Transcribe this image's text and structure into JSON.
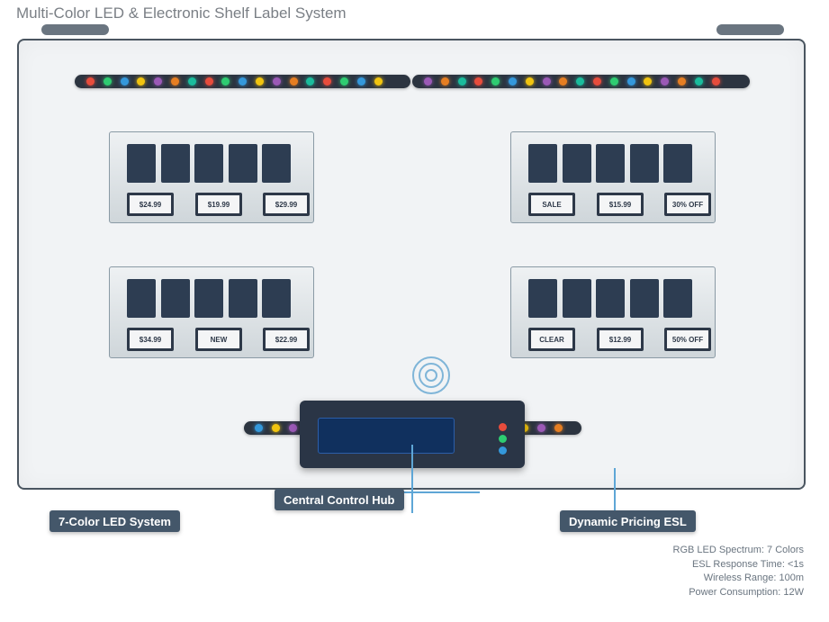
{
  "title": "Multi-Color LED & Electronic Shelf Label System",
  "colors": {
    "red": "#e74c3c",
    "green": "#2ecc71",
    "blue": "#3498db",
    "yellow": "#f1c40f",
    "purple": "#9b59b6",
    "orange": "#e67e22",
    "teal": "#1abc9c"
  },
  "led_sequence_left": [
    "red",
    "green",
    "blue",
    "yellow",
    "purple",
    "orange",
    "teal",
    "red",
    "green",
    "blue",
    "yellow",
    "purple",
    "orange",
    "teal",
    "red",
    "green",
    "blue",
    "yellow"
  ],
  "led_sequence_right": [
    "purple",
    "orange",
    "teal",
    "red",
    "green",
    "blue",
    "yellow",
    "purple",
    "orange",
    "teal",
    "red",
    "green",
    "blue",
    "yellow",
    "purple",
    "orange",
    "teal",
    "red"
  ],
  "led_sequence_bottom_left": [
    "blue",
    "yellow",
    "purple"
  ],
  "led_sequence_bottom_right": [
    "yellow",
    "purple",
    "orange"
  ],
  "shelves": [
    {
      "id": "top-left",
      "tags": [
        "$24.99",
        "$19.99",
        "$29.99"
      ]
    },
    {
      "id": "top-right",
      "tags": [
        "SALE",
        "$15.99",
        "30% OFF"
      ]
    },
    {
      "id": "bottom-left",
      "tags": [
        "$34.99",
        "NEW",
        "$22.99"
      ]
    },
    {
      "id": "bottom-right",
      "tags": [
        "CLEAR",
        "$12.99",
        "50% OFF"
      ]
    }
  ],
  "hub_indicators": [
    "red",
    "green",
    "blue"
  ],
  "icons": {
    "wireless": "wireless-signal-icon"
  },
  "labels": {
    "hub": "Central Control Hub",
    "led": "7-Color LED System",
    "esl": "Dynamic Pricing ESL"
  },
  "specs": [
    "RGB LED Spectrum: 7 Colors",
    "ESL Response Time: <1s",
    "Wireless Range: 100m",
    "Power Consumption: 12W"
  ]
}
